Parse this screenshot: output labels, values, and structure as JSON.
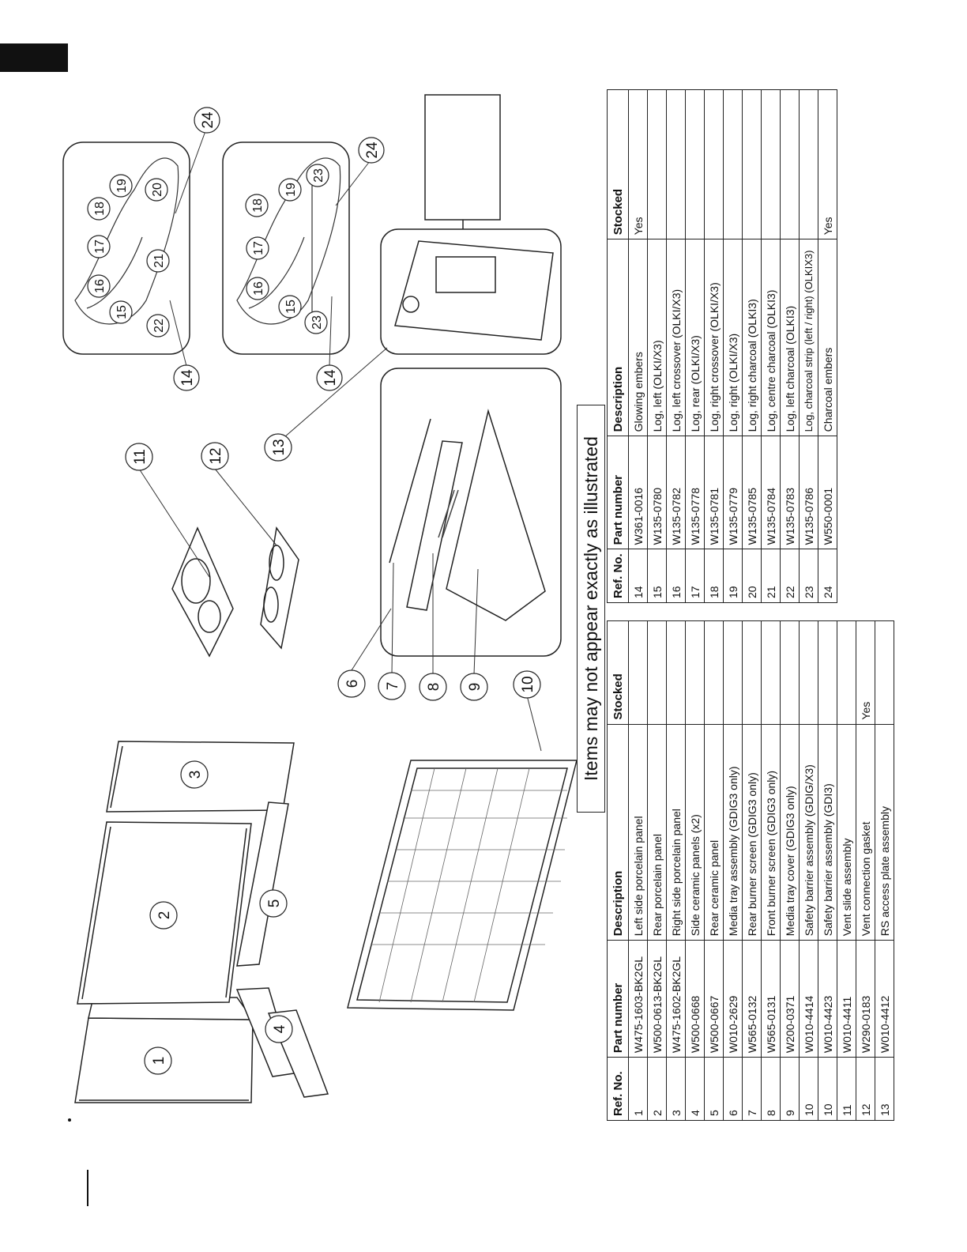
{
  "notice": "Items may not appear exactly as illustrated",
  "callouts": [
    "1",
    "2",
    "3",
    "4",
    "5",
    "6",
    "7",
    "8",
    "9",
    "10",
    "11",
    "12",
    "13",
    "14",
    "15",
    "16",
    "17",
    "18",
    "19",
    "20",
    "21",
    "22",
    "23",
    "24"
  ],
  "table_left": {
    "headers": [
      "Ref. No.",
      "Part number",
      "Description",
      "Stocked"
    ],
    "rows": [
      {
        "ref": "1",
        "part": "W475-1603-BK2GL",
        "desc": "Left side porcelain panel",
        "stocked": ""
      },
      {
        "ref": "2",
        "part": "W500-0613-BK2GL",
        "desc": "Rear porcelain panel",
        "stocked": ""
      },
      {
        "ref": "3",
        "part": "W475-1602-BK2GL",
        "desc": "Right side porcelain panel",
        "stocked": ""
      },
      {
        "ref": "4",
        "part": "W500-0668",
        "desc": "Side ceramic panels (x2)",
        "stocked": ""
      },
      {
        "ref": "5",
        "part": "W500-0667",
        "desc": "Rear ceramic panel",
        "stocked": ""
      },
      {
        "ref": "6",
        "part": "W010-2629",
        "desc": "Media tray assembly (GDIG3 only)",
        "stocked": ""
      },
      {
        "ref": "7",
        "part": "W565-0132",
        "desc": "Rear burner screen (GDIG3 only)",
        "stocked": ""
      },
      {
        "ref": "8",
        "part": "W565-0131",
        "desc": "Front burner screen (GDIG3 only)",
        "stocked": ""
      },
      {
        "ref": "9",
        "part": "W200-0371",
        "desc": "Media tray cover (GDIG3 only)",
        "stocked": ""
      },
      {
        "ref": "10",
        "part": "W010-4414",
        "desc": "Safety barrier assembly (GDIG/X3)",
        "stocked": ""
      },
      {
        "ref": "10",
        "part": "W010-4423",
        "desc": "Safety barrier assembly (GDI3)",
        "stocked": ""
      },
      {
        "ref": "11",
        "part": "W010-4411",
        "desc": "Vent slide assembly",
        "stocked": ""
      },
      {
        "ref": "12",
        "part": "W290-0183",
        "desc": "Vent connection gasket",
        "stocked": "Yes"
      },
      {
        "ref": "13",
        "part": "W010-4412",
        "desc": "RS access plate assembly",
        "stocked": ""
      }
    ]
  },
  "table_right": {
    "headers": [
      "Ref. No.",
      "Part number",
      "Description",
      "Stocked"
    ],
    "rows": [
      {
        "ref": "14",
        "part": "W361-0016",
        "desc": "Glowing embers",
        "stocked": "Yes"
      },
      {
        "ref": "15",
        "part": "W135-0780",
        "desc": "Log, left (OLKI/X3)",
        "stocked": ""
      },
      {
        "ref": "16",
        "part": "W135-0782",
        "desc": "Log, left crossover (OLKI/X3)",
        "stocked": ""
      },
      {
        "ref": "17",
        "part": "W135-0778",
        "desc": "Log, rear (OLKI/X3)",
        "stocked": ""
      },
      {
        "ref": "18",
        "part": "W135-0781",
        "desc": "Log, right crossover (OLKI/X3)",
        "stocked": ""
      },
      {
        "ref": "19",
        "part": "W135-0779",
        "desc": "Log, right (OLKI/X3)",
        "stocked": ""
      },
      {
        "ref": "20",
        "part": "W135-0785",
        "desc": "Log, right charcoal (OLKI3)",
        "stocked": ""
      },
      {
        "ref": "21",
        "part": "W135-0784",
        "desc": "Log, centre charcoal (OLKI3)",
        "stocked": ""
      },
      {
        "ref": "22",
        "part": "W135-0783",
        "desc": "Log, left charcoal (OLKI3)",
        "stocked": ""
      },
      {
        "ref": "23",
        "part": "W135-0786",
        "desc": "Log, charcoal strip (left / right) (OLKIX3)",
        "stocked": ""
      },
      {
        "ref": "24",
        "part": "W550-0001",
        "desc": "Charcoal embers",
        "stocked": "Yes"
      }
    ]
  }
}
